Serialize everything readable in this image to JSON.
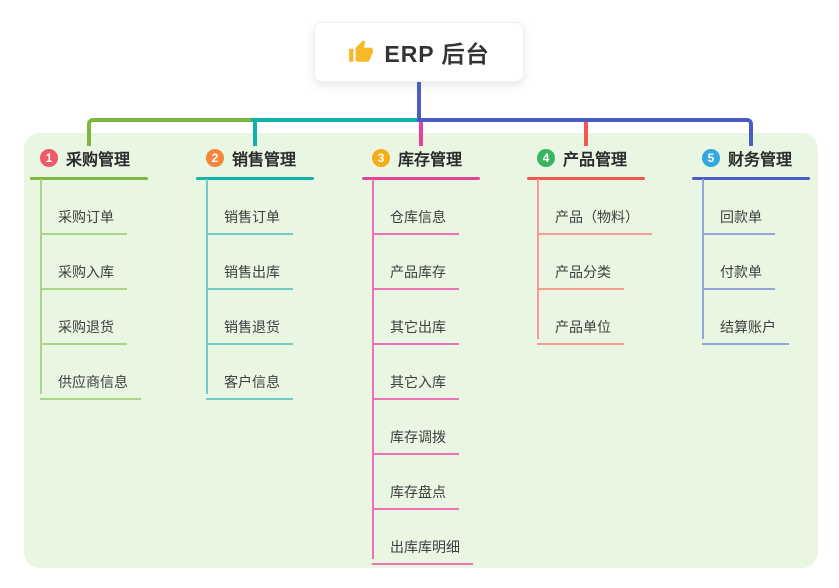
{
  "root": {
    "title": "ERP 后台",
    "icon": "thumbs-up-icon",
    "icon_color": "#f7b928"
  },
  "canvas": {
    "panel_color": "#e8f6e2",
    "trunk_color": "#4a5cc6"
  },
  "branches": [
    {
      "number": "1",
      "title": "采购管理",
      "badge_color": "#ee5a68",
      "line_color": "#7cb83e",
      "sub_line_color": "#a9d584",
      "items": [
        "采购订单",
        "采购入库",
        "采购退货",
        "供应商信息"
      ]
    },
    {
      "number": "2",
      "title": "销售管理",
      "badge_color": "#f6863c",
      "line_color": "#10b3ab",
      "sub_line_color": "#6fcdc6",
      "items": [
        "销售订单",
        "销售出库",
        "销售退货",
        "客户信息"
      ]
    },
    {
      "number": "3",
      "title": "库存管理",
      "badge_color": "#f2ae16",
      "line_color": "#e0459b",
      "sub_line_color": "#ee72b8",
      "items": [
        "仓库信息",
        "产品库存",
        "其它出库",
        "其它入库",
        "库存调拨",
        "库存盘点",
        "出库库明细"
      ]
    },
    {
      "number": "4",
      "title": "产品管理",
      "badge_color": "#3ab55f",
      "line_color": "#f25750",
      "sub_line_color": "#f79b94",
      "items": [
        "产品（物料）",
        "产品分类",
        "产品单位"
      ]
    },
    {
      "number": "5",
      "title": "财务管理",
      "badge_color": "#31a9de",
      "line_color": "#4a5cc6",
      "sub_line_color": "#93a5de",
      "items": [
        "回款单",
        "付款单",
        "结算账户"
      ]
    }
  ]
}
